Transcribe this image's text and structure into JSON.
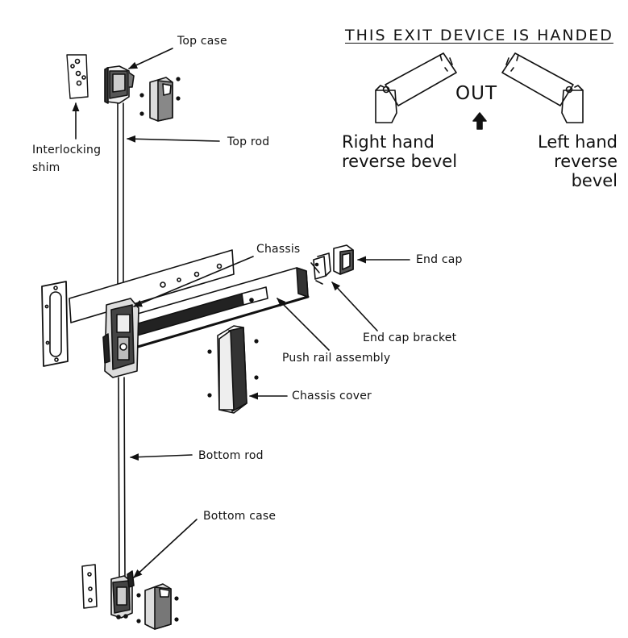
{
  "handing": {
    "title": "THIS EXIT DEVICE IS HANDED",
    "out_label": "OUT",
    "right_hand": "Right hand\nreverse bevel",
    "left_hand": "Left hand\nreverse bevel"
  },
  "labels": {
    "top_case": "Top case",
    "top_rod": "Top rod",
    "interlocking_shim": "Interlocking\nshim",
    "chassis": "Chassis",
    "end_cap": "End cap",
    "end_cap_bracket": "End cap bracket",
    "push_rail_assembly": "Push rail assembly",
    "chassis_cover": "Chassis cover",
    "bottom_rod": "Bottom rod",
    "bottom_case": "Bottom case"
  }
}
